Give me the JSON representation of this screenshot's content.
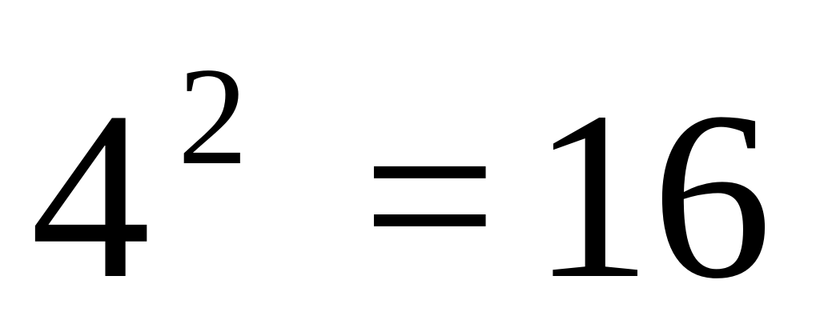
{
  "equation": {
    "base": "4",
    "exponent": "2",
    "operator": "=",
    "result": "16"
  }
}
